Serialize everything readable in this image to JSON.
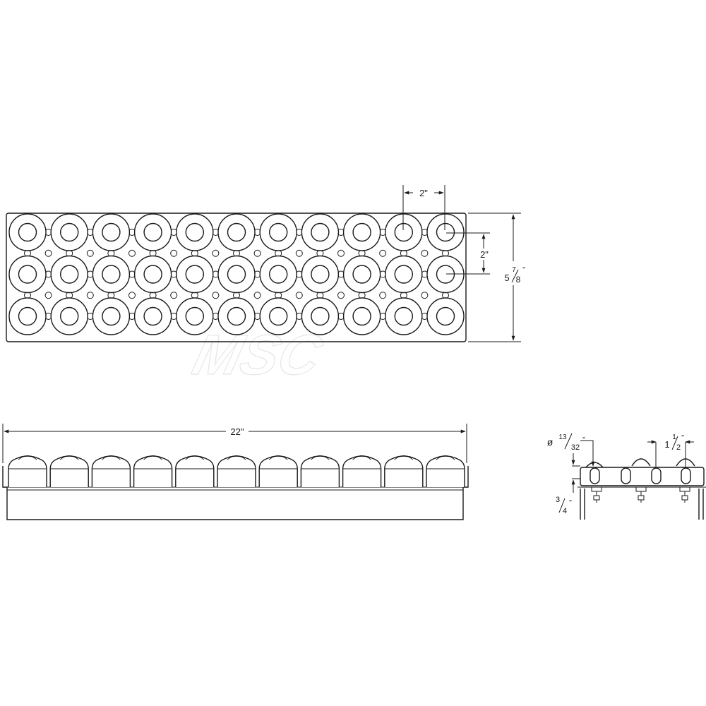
{
  "watermark": "MSC",
  "dimensions": {
    "pitch_horizontal": "2\"",
    "pitch_vertical": "2\"",
    "width": {
      "whole": "5",
      "num": "7",
      "den": "8",
      "unit": "\""
    },
    "length": "22\"",
    "hole_diameter": {
      "symbol": "ø",
      "num": "13",
      "den": "32",
      "unit": "\""
    },
    "slot_length": {
      "whole": "1",
      "num": "1",
      "den": "2",
      "unit": "\""
    },
    "offset": {
      "num": "3",
      "den": "4",
      "unit": "\""
    }
  },
  "layout": {
    "rows": 3,
    "columns": 11
  }
}
